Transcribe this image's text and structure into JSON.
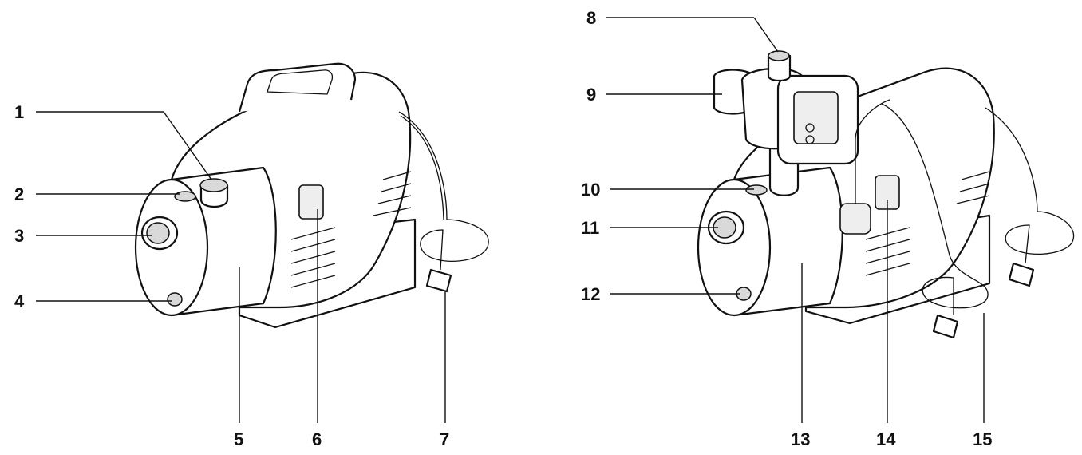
{
  "diagram": {
    "left_pump": {
      "callouts": [
        "1",
        "2",
        "3",
        "4",
        "5",
        "6",
        "7"
      ]
    },
    "right_pump": {
      "callouts": [
        "8",
        "9",
        "10",
        "11",
        "12",
        "13",
        "14",
        "15"
      ]
    }
  }
}
